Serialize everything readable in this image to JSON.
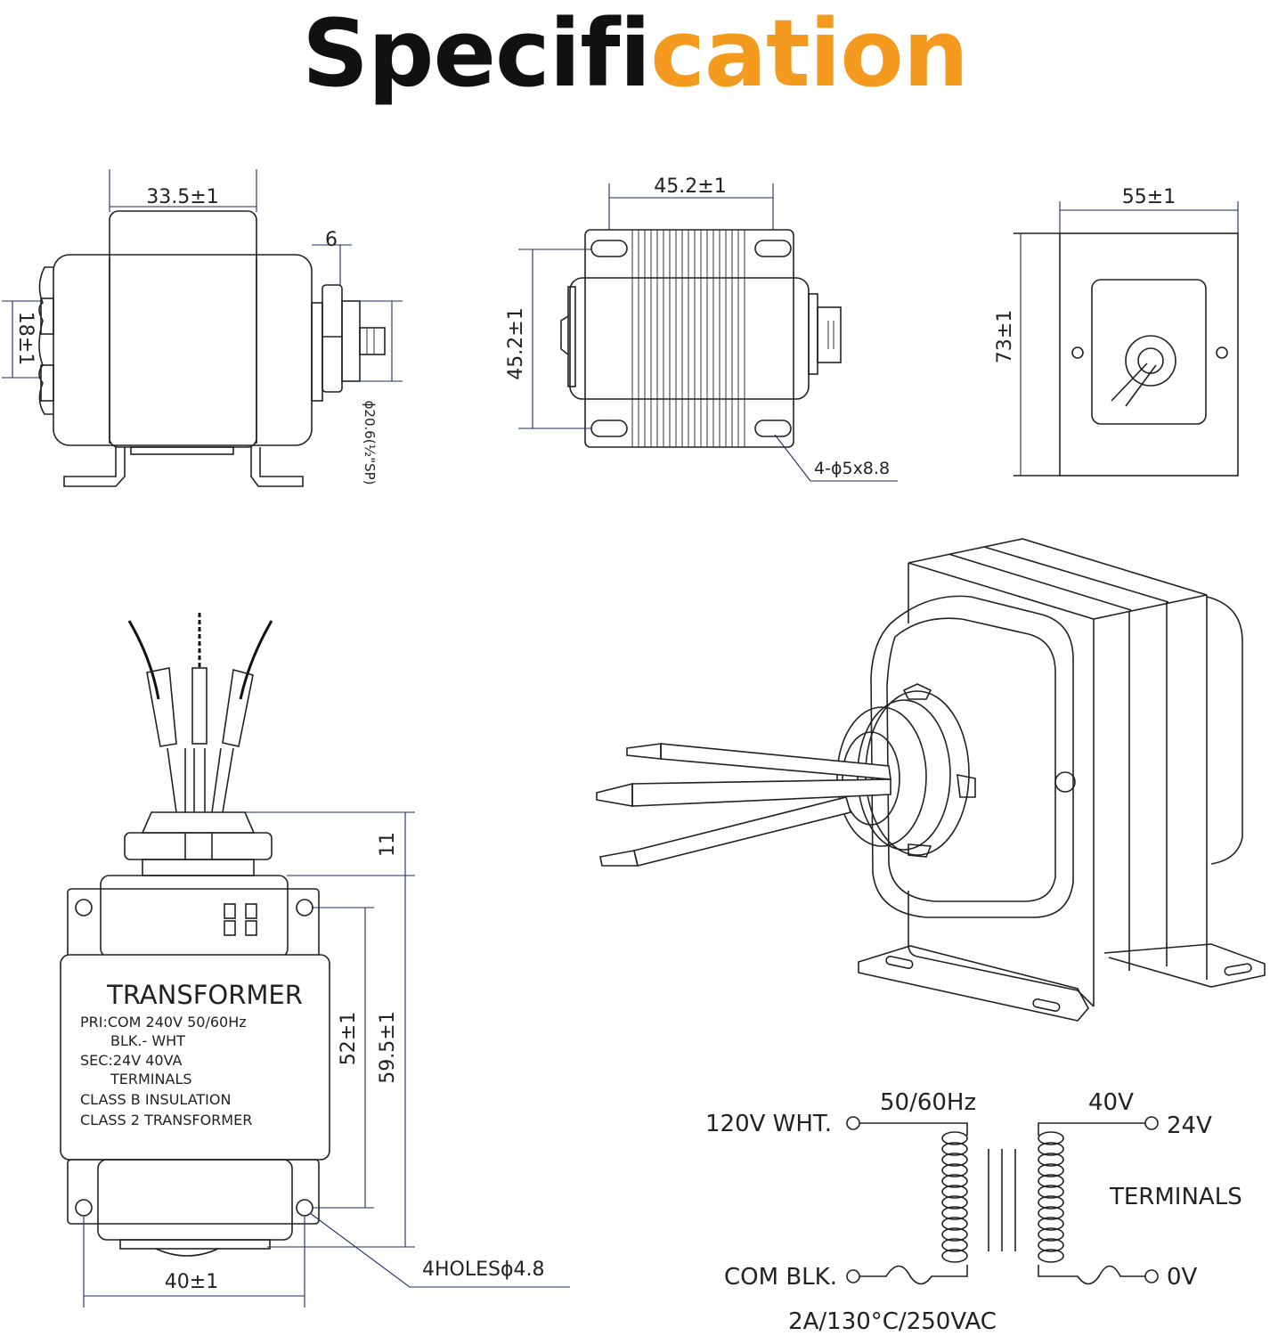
{
  "title": {
    "part1": "Specifi",
    "part2": "cation",
    "accent_color": "#f39a1f",
    "text_color": "#111111"
  },
  "side_view": {
    "width": "33.5±1",
    "flange": "6",
    "height": "18±1",
    "diameter": "ϕ20.6(½\"SP)"
  },
  "top_view": {
    "width": "45.2±1",
    "height": "45.2±1",
    "holes": "4-ϕ5x8.8"
  },
  "end_view": {
    "width": "55±1",
    "height": "73±1"
  },
  "front_view": {
    "label": {
      "heading": "TRANSFORMER",
      "line1": "PRI:COM  240V  50/60Hz",
      "line2": "BLK.- WHT",
      "line3": "SEC:24V  40VA",
      "line4": "TERMINALS",
      "line5": "CLASS B INSULATION",
      "line6": "CLASS 2 TRANSFORMER"
    },
    "dim_top": "11",
    "dim_inner": "52±1",
    "dim_outer": "59.5±1",
    "dim_width": "40±1",
    "holes": "4HOLESϕ4.8"
  },
  "schematic": {
    "primary_top": "120V WHT.",
    "primary_bottom": "COM BLK.",
    "frequency": "50/60Hz",
    "power": "40V",
    "secondary_top": "24V",
    "secondary_bottom": "0V",
    "terminals": "TERMINALS",
    "rating": "2A/130°C/250VAC"
  }
}
